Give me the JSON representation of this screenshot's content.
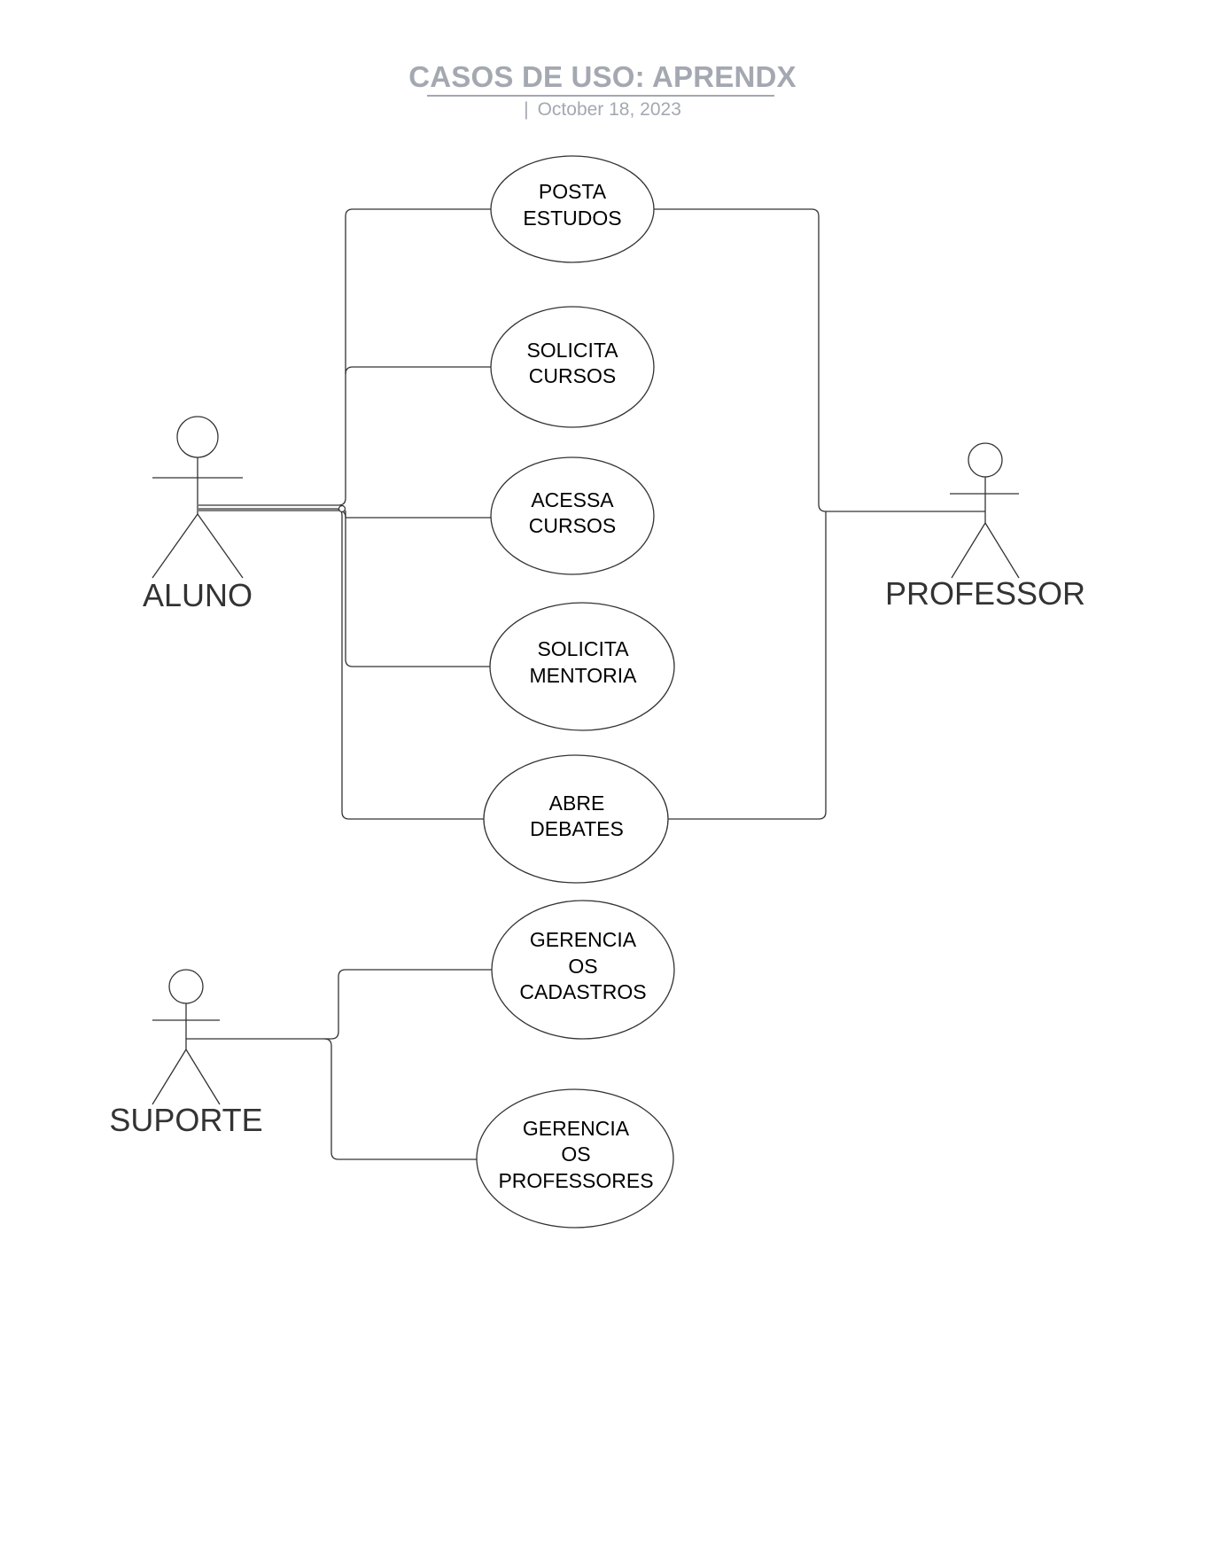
{
  "header": {
    "title": "CASOS DE USO: APRENDX",
    "separator": "|",
    "date": "October 18, 2023"
  },
  "actors": {
    "aluno": "ALUNO",
    "professor": "PROFESSOR",
    "suporte": "SUPORTE"
  },
  "use_cases": {
    "posta_estudos": [
      "POSTA",
      "ESTUDOS"
    ],
    "solicita_cursos": [
      "SOLICITA",
      "CURSOS"
    ],
    "acessa_cursos": [
      "ACESSA",
      "CURSOS"
    ],
    "solicita_mentoria": [
      "SOLICITA",
      "MENTORIA"
    ],
    "abre_debates": [
      "ABRE",
      "DEBATES"
    ],
    "gerencia_cadastros": [
      "GERENCIA",
      "OS",
      "CADASTROS"
    ],
    "gerencia_professores": [
      "GERENCIA",
      "OS",
      "PROFESSORES"
    ]
  }
}
